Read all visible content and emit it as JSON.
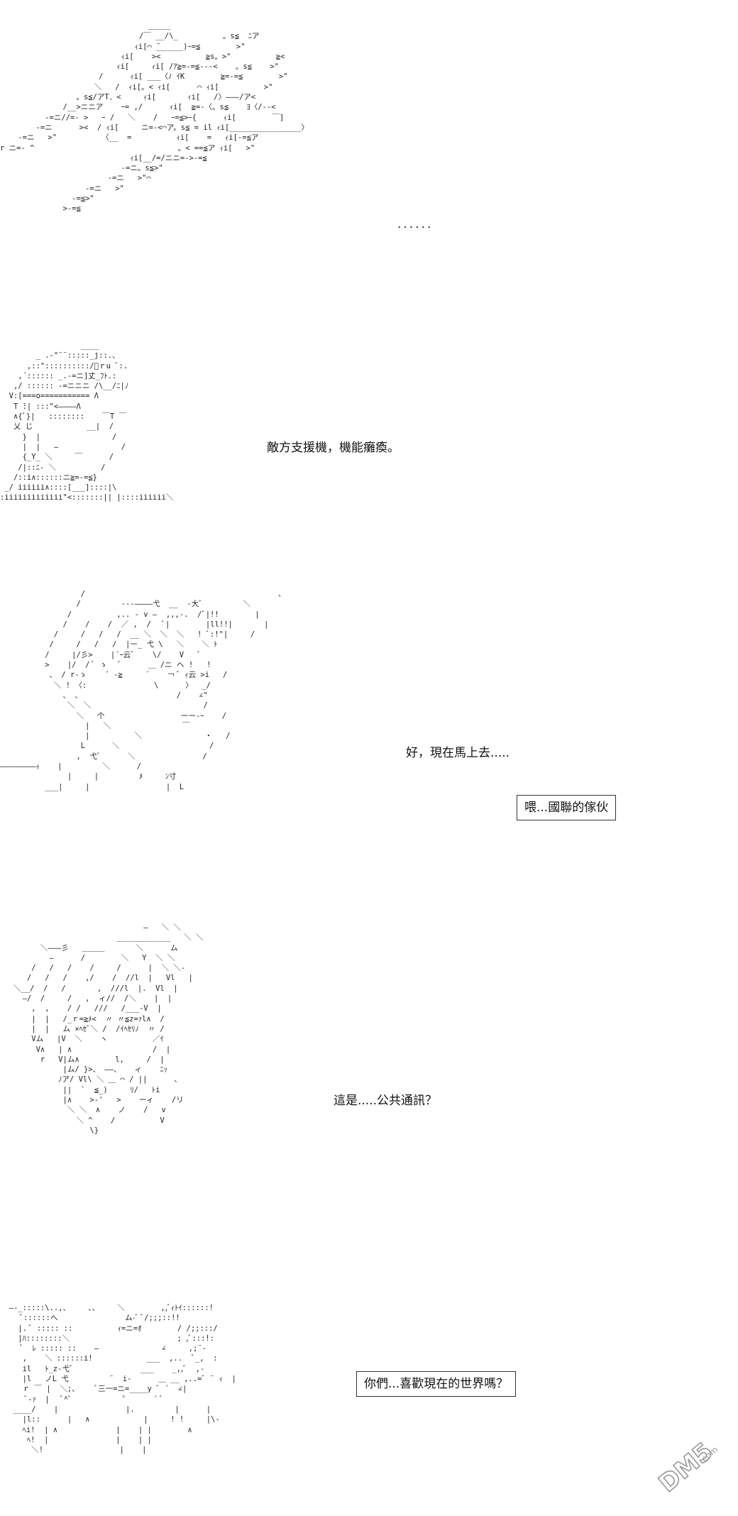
{
  "panels": [
    {
      "id": "panel-1",
      "art": "                                 ＿＿＿\n                               /￣ __/\\_          。s≦  ﾆア\n                              ｨi[⌒ ̄______)ｰ=≦        >\"\n                           ｨi[    ><          ≧s。>\"          ≧<\n                          ｨi[     ｨi[ /ｱ≧=-=≦---<    。s≦    >\"\n                      /      ｨi[ ___〈ﾉ ｲK        ≧=-=≦        >\"\n                     ＼   /  ｨi[。< ｨi[      ⌒ ｨi[          >\"\n                 。s≦/アT．<     ｨi[       ｨi[   /〉―――/ア<\n              /__>ニニア    ｰ= ,/      ｨi[  ≧=-〈。s≦    ﾖ〈/--<\n          -=ニ//=- >   ｰ /   ＼    /   ｰ=≦>ｰ{      ｨi[        ￣]\n        -=ニ      ><  / ｨi[     ニ=-<⌒ア。s≦ = il ｨi[________________〉\n    -=ニ   >\"          〈__  =          ｨi[    =   ｨi[-=≦ア\nr ニ=- ^                                。< ==≦ア ｨi[   >\"\n                             ｨi[__/=/ニニ=->-=≦\n                           -=ニ。s≦>\"\n                        -=ニ   >\"⌒\n                   -=ニ   >\"\n                -=≦>\"\n              >-=≦",
      "dots": "......"
    },
    {
      "id": "panel-2",
      "art": "                  ____\n        _ .-\"¨¨:::::_j::.、\n      ,::\"::::::::::/ﾟｒu ﾞ:.\n    ,´:::::: _.-=ニ]丈_ﾌﾄ.:\n   ,/ :::::: -=ニニニ /\\__/ﾆ|ﾉ\n  V:[===o=========== Λ\n   T ̄:| :::\"<――――Λ\n   ∧{ﾞ}|   ::::::::    ￣T ￣\n   乂 じ            __|  /\n     }  |                /\n     |  |   ―              /\n     {_Y_ ＼     ￣      /\n    /|::ﾆ- ＼          /\n   /::i∧::::::ニ≧=-=≦}\n _/ iiiiii∧::::[___]::::|\\\n:iiiiiiiiiiiii\"<:::::::|| |::::iiiiii＼",
      "caption": "敵方支援機，機能癱瘓。"
    },
    {
      "id": "panel-3",
      "art": "                  /                                           、\n                 /         ---――――弋  __  -大ﾞ         ＼\n               /          ,.. - v ―  ,,,-.  /ﾞ|!!        |\n              /    /    /  ／ ,  /   ﾞ|        |ll!!|       |\n            /     /   /   /  __ ＼  ＼  ＼   ! ﾞ:!\"|     /\n           /     /   /   /  |ー_ 弋 \\   ＼    ＼ ﾄ\n          /     |/彡>    |´ｰ云ﾞ    \\/    V   ﾞ\n          >    |/  / ﾞ ゝ   ﾞ      ＿ /ニ ヘ !   !\n           、 / r-ゝ    ´ -≧     ´    ￢ ﾞ ｨ云 >i   /\n            ＼ ! 〈:               \\      〉  _/\n              、 、                     /    ∠\"\n               ＼  ＼                         /\n                 ＼   个                 ーー-ｰ    /\n                   |   ＼                ￣  \n                   |          ＼              ・   /\n                  L      ＼                    /\n                 ,  弋ﾞ      ＼               /\n――――――――ｨ    |         ＼      /\n               |     |         ﾒ     ﾝ寸\n          ___|     |                 |  L",
      "caption": "好，現在馬上去.....",
      "boxed": "喂...國聯的傢伙"
    },
    {
      "id": "panel-4",
      "art": "                                ―   ＼ ＼\n                          ____________   ＼ ＼\n         ＼―――彡   ＿＿＿       ＼      ム\n           ―      /        ＼   Y  ＼ ＼\n       /   /   /    /     /      |  ＼ ＼-\n      /   /   /    ,/    /  //l  |   Vl   |\n   ＼__/  /   /       ,  ///l  |.  Vl  |\n     ―/  /     /   ,  ィ//  /＼    |  |\n       ,  ,    / /   ///   /___-V  |\n       |  |   /_ｒ=≧ﾒ<  〃 〃≦z=ｧl∧  /\n       |  |   ム ×ﾍｾﾞ＼ /  /ｲﾍｾﾘﾉ  〃 /\n       Vム   |V  ＼    ヽ          ／ｲ\n        V∧   | ∧                  /  |\n         r   V|ム∧        l,     /  |\n              |ム/ }>、 ――、   ィ    ﾆｯ\n             ﾉア/ Vl\\ ＼ ＿ ⌒ / ||      、\n              ||  `  ≦_)     ﾘ/   ﾄi\n              |∧    >-'   >    ーィ    /リ\n               ＼ ＼  ∧    ノ    /   v\n                 ＼ ^    /          V\n                    \\}",
      "caption": "這是.....公共通訊？"
    },
    {
      "id": "panel-5",
      "art": "  ―-_:::::\\..,、    、、    ＼        ,,ﾞｨﾄｲ::::::!\n     ﾞ::::::へ               ム-ﾞ ﾞ/;;;::!!\n    |. ﾞ ::::: ::          ｨ=ニ=ｵ        / /;;:::/\n    |ﾊ::::::::＼                        ; ,ﾞ:::!:\n     ﾞ  ﾚ ::::: ::    ―              ∠     ,;¨-\n     ,    ＼ ::::::i!            ___  ,..  ﾞ_,  :\n     il   ﾄ_z-弋ﾞ               ___    _,,ﾞ  ,-\n     |l   ノL 弋         ¨  i-      ＿ __ ,..=ﾞ ¨ ｨ  |\n     ｒ ￣ |  ＼;、    ﾞ三一=ニ=____y ﾞ ´  ∠|\n      ﾞ-ｧ  |   ﾞ^ﾞ            ﾟ      ´ ﾞ\n   ____/    |               |.         |      |\n     |l::      |   ∧            |     ! !     |\\-\n     ﾍi!  | ∧             |    | |        ∧\n      ﾍ!  |               |    | |\n       ＼!                 |    |",
      "boxed": "你們...喜歡現在的世界嗎？"
    }
  ],
  "watermark": {
    "text": "DM5",
    "domain": ".com"
  }
}
